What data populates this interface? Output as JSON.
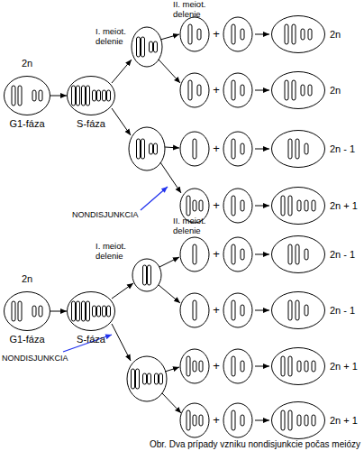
{
  "diagram": {
    "caption": "Obr. Dva prípady vzniku nondisjunkcie počas meiózy",
    "nodes": [
      {
        "text": [
          "2n",
          "G1-fáza"
        ]
      },
      {
        "text": [
          "S-fáza"
        ]
      },
      {
        "text": [
          "2n"
        ]
      },
      {
        "text": [
          "2n"
        ]
      },
      {
        "text": [
          "2n - 1"
        ]
      },
      {
        "text": [
          "2n + 1"
        ]
      },
      {
        "text": [
          "2n",
          "G1-fáza"
        ]
      },
      {
        "text": [
          "S-fáza"
        ]
      },
      {
        "text": [
          "2n - 1"
        ]
      },
      {
        "text": [
          "2n - 1"
        ]
      },
      {
        "text": [
          "2n + 1"
        ]
      },
      {
        "text": [
          "2n + 1"
        ]
      }
    ],
    "edges": [
      {
        "from": 0,
        "to": 1,
        "arrow": "to"
      },
      {
        "from": 6,
        "to": 7,
        "arrow": "to"
      }
    ],
    "labels": [
      "II. meiot. delenie",
      "I. meiot. delenie",
      "+",
      "+",
      "+",
      "+",
      "NONDISJUNKCIA",
      "II. meiot. delenie",
      "I. meiot. delenie",
      "NONDISJUNKCIA",
      "+",
      "+",
      "+",
      "+"
    ]
  }
}
